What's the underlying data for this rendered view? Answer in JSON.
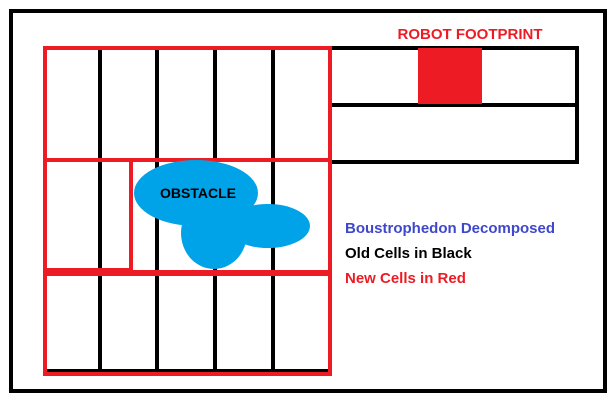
{
  "colors": {
    "background": "#ffffff",
    "old_cells": "#000000",
    "new_cells": "#ed1c24",
    "robot_footprint": "#ed1c24",
    "obstacle": "#00a2e8",
    "title_blue": "#3f48cc"
  },
  "labels": {
    "robot_footprint": "ROBOT FOOTPRINT",
    "obstacle": "OBSTACLE",
    "legend_title": "Boustrophedon Decomposed",
    "legend_old": "Old Cells in Black",
    "legend_new": "New Cells in Red"
  }
}
